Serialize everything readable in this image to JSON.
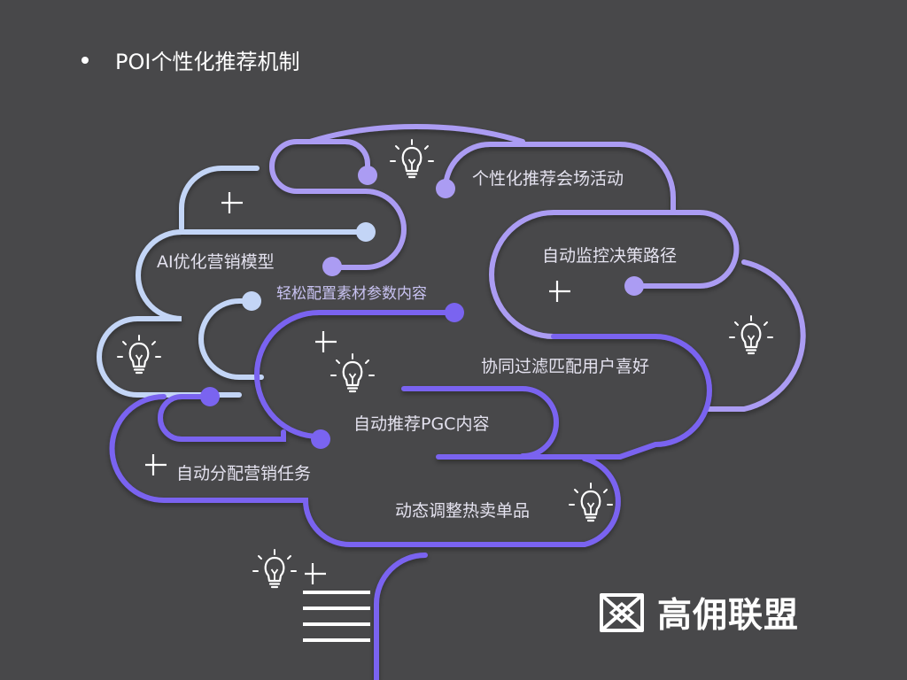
{
  "title": "POI个性化推荐机制",
  "labels": {
    "l1": "个性化推荐会场活动",
    "l2": "自动监控决策路径",
    "l3": "AI优化营销模型",
    "l4": "轻松配置素材参数内容",
    "l5": "协同过滤匹配用户喜好",
    "l6": "自动推荐PGC内容",
    "l7": "自动分配营销任务",
    "l8": "动态调整热卖单品"
  },
  "logo": {
    "text": "高佣联盟"
  },
  "colors": {
    "background": "#48484a",
    "light_blue": "#c3d5f6",
    "lavender": "#ab9cf3",
    "purple": "#7a64f0",
    "white": "#ffffff"
  }
}
